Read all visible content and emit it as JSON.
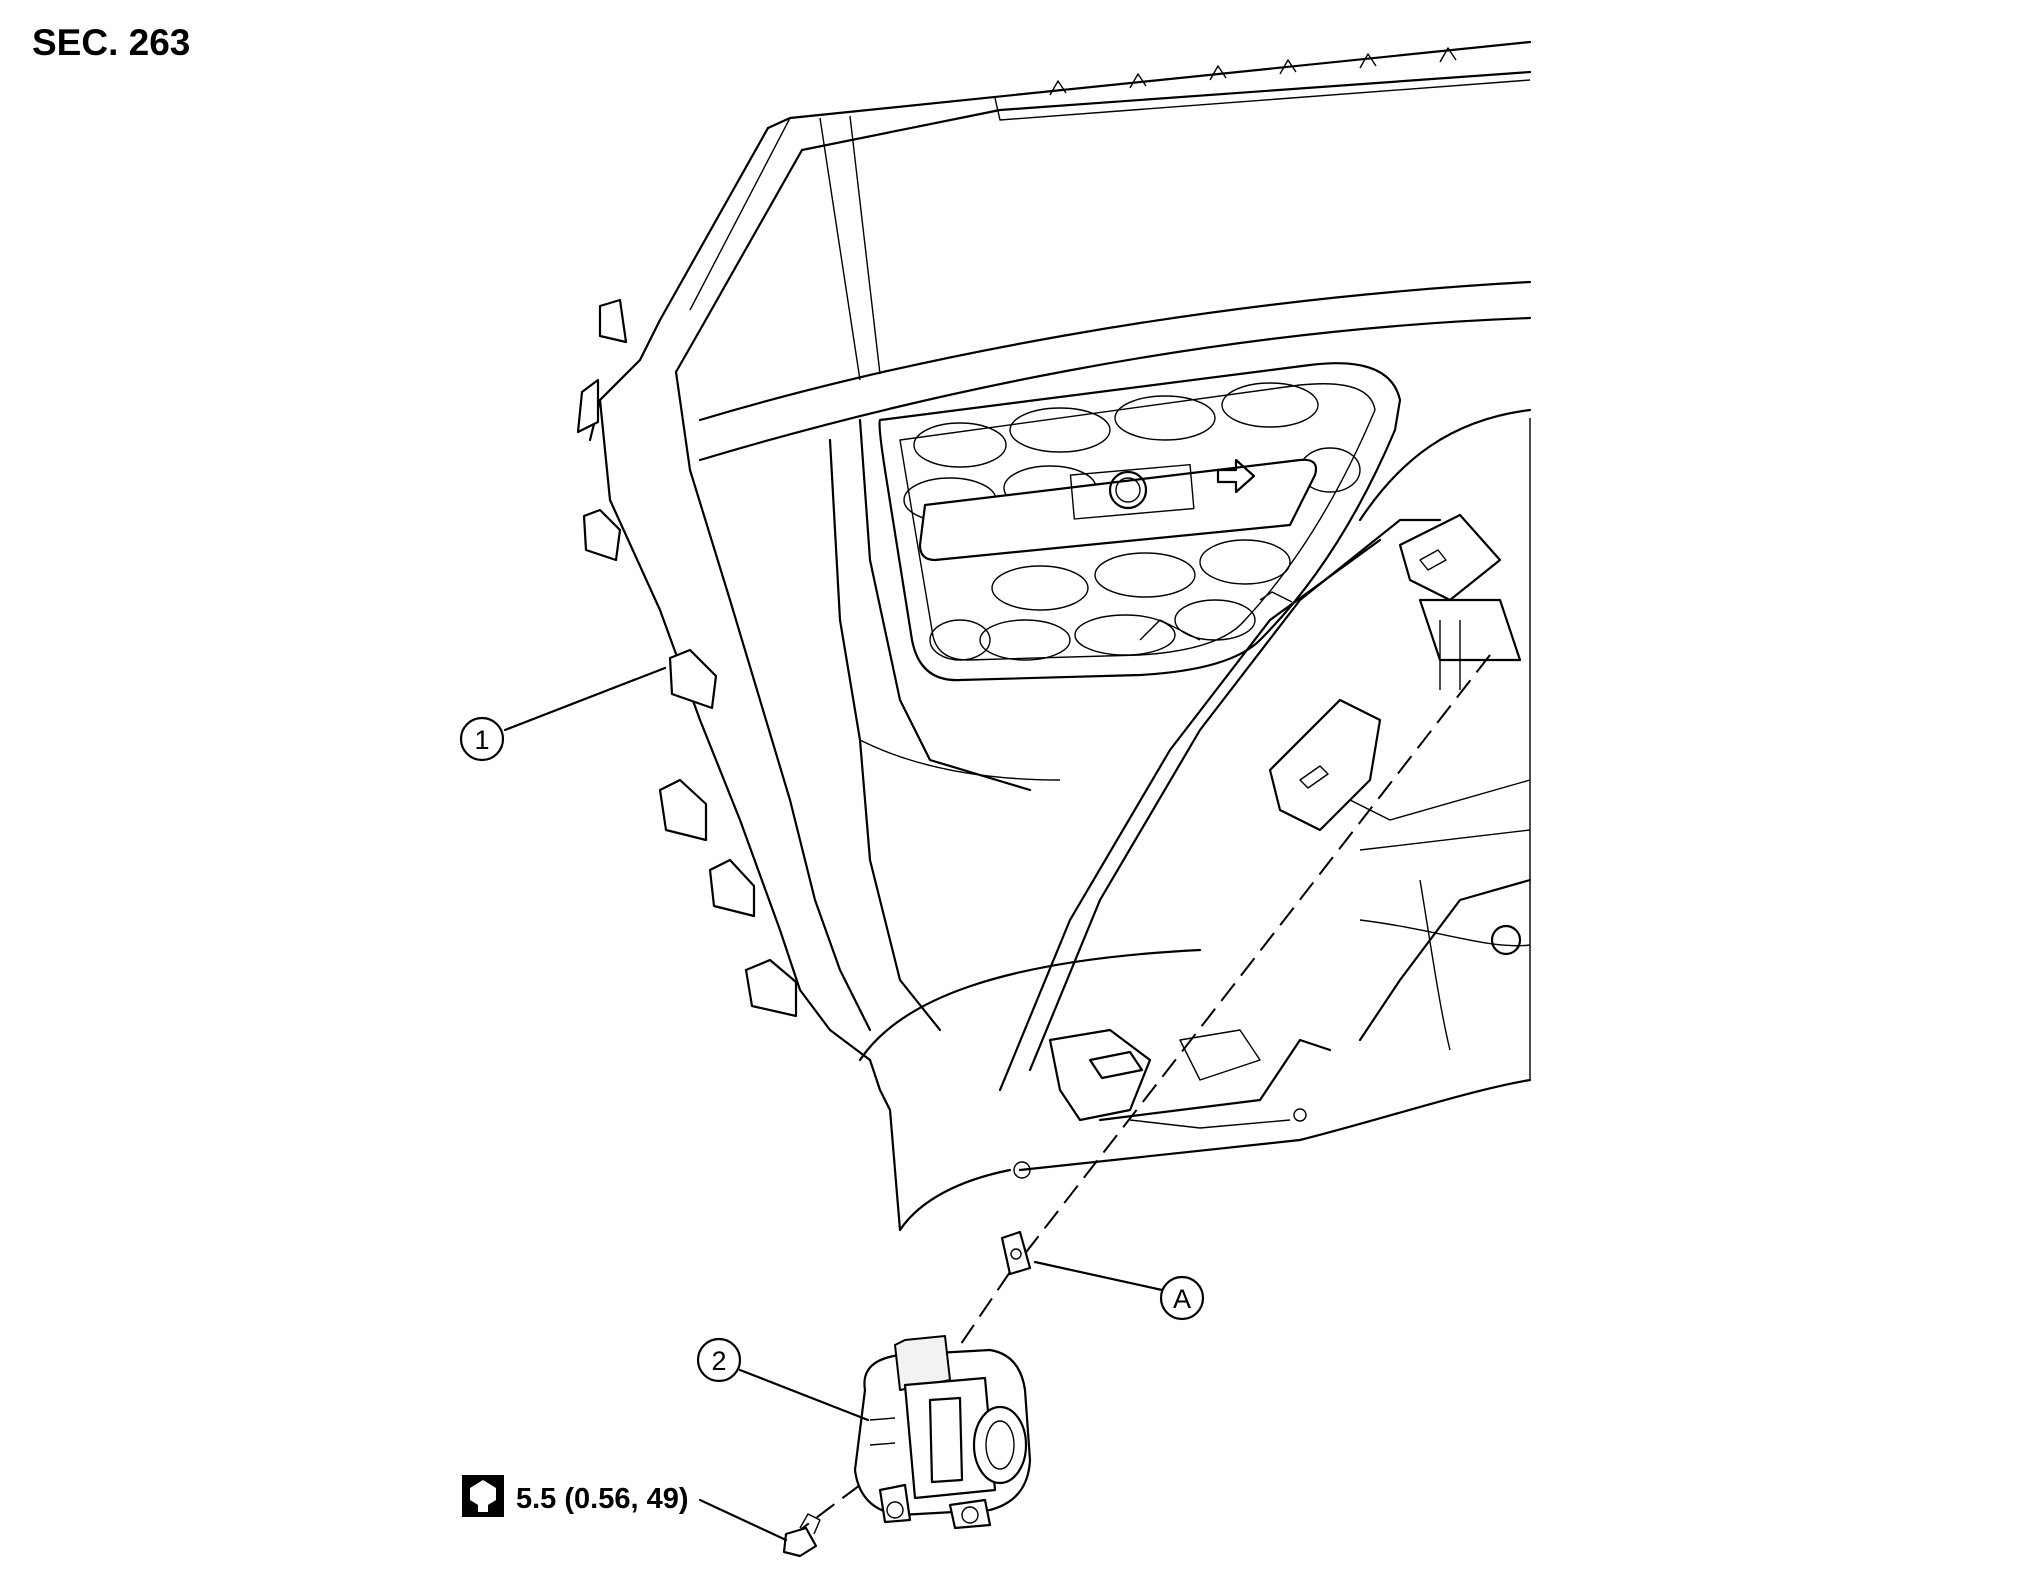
{
  "section_label": "SEC. 263",
  "callouts": {
    "bumper_fascia": "1",
    "sensor": "2",
    "view_a": "A"
  },
  "torque": {
    "value": "5.5 (0.56, 49)",
    "icon": "torque-wrench-icon"
  }
}
